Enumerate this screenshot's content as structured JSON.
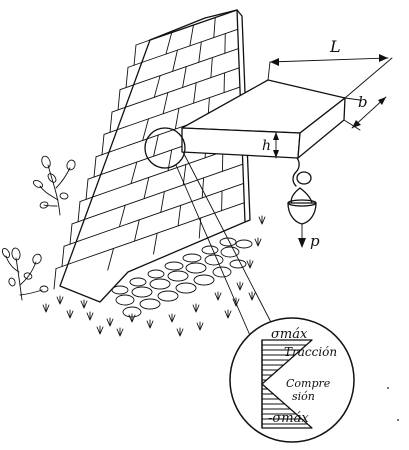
{
  "labels": {
    "length": "L",
    "width": "b",
    "height": "h",
    "load": "p",
    "sigma_max": "σmáx",
    "traction": "Tracción",
    "compression_line1": "Compre",
    "compression_line2": "sión",
    "neg_sigma_max": "-σmáx"
  },
  "colors": {
    "ink": "#111111",
    "paper": "#ffffff"
  }
}
